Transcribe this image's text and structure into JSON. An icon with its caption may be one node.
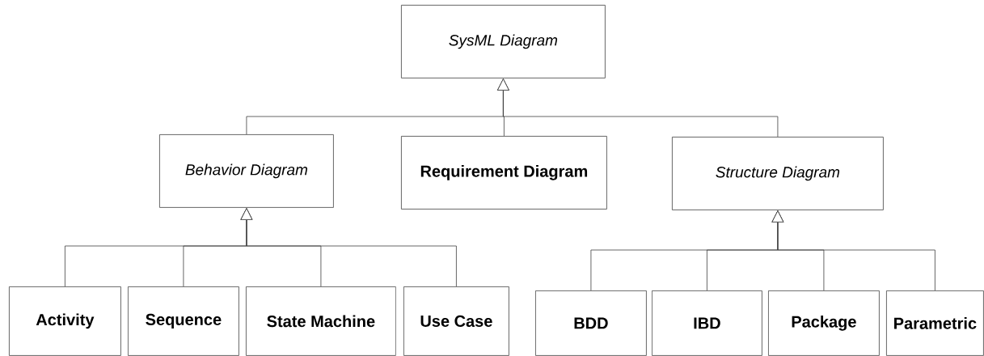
{
  "diagram": {
    "nodes": [
      {
        "text": [
          "SysML Diagram"
        ]
      },
      {
        "text": [
          "Behavior Diagram"
        ]
      },
      {
        "text": [
          "Requirement Diagram"
        ]
      },
      {
        "text": [
          "Structure Diagram"
        ]
      },
      {
        "text": [
          "Activity"
        ]
      },
      {
        "text": [
          "Sequence"
        ]
      },
      {
        "text": [
          "State Machine"
        ]
      },
      {
        "text": [
          "Use Case"
        ]
      },
      {
        "text": [
          "BDD"
        ]
      },
      {
        "text": [
          "IBD"
        ]
      },
      {
        "text": [
          "Package"
        ]
      },
      {
        "text": [
          "Parametric"
        ]
      }
    ],
    "edges": [
      {
        "from": 1,
        "to": 0,
        "arrow": "to"
      },
      {
        "from": 2,
        "to": 0,
        "arrow": "to"
      },
      {
        "from": 3,
        "to": 0,
        "arrow": "to"
      },
      {
        "from": 4,
        "to": 1,
        "arrow": "to"
      },
      {
        "from": 5,
        "to": 1,
        "arrow": "to"
      },
      {
        "from": 6,
        "to": 1,
        "arrow": "to"
      },
      {
        "from": 7,
        "to": 1,
        "arrow": "to"
      },
      {
        "from": 8,
        "to": 3,
        "arrow": "to"
      },
      {
        "from": 9,
        "to": 3,
        "arrow": "to"
      },
      {
        "from": 10,
        "to": 3,
        "arrow": "to"
      },
      {
        "from": 11,
        "to": 3,
        "arrow": "to"
      }
    ]
  }
}
